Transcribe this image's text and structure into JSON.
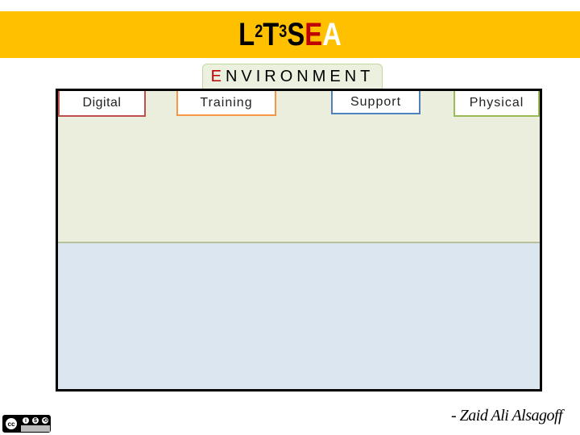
{
  "header": {
    "title_parts": {
      "p1": "L",
      "sup1": "2",
      "p2": "T",
      "sup2": "3",
      "p3": "S",
      "p4": "E",
      "p5": "A"
    }
  },
  "environment_tab": {
    "first_letter": "E",
    "rest": "NVIRONMENT"
  },
  "columns": {
    "digital": "Digital",
    "training": "Training",
    "support": "Support",
    "physical": "Physical"
  },
  "license": {
    "icon_name": "creative-commons-by-nc-sa-icon",
    "symbols": {
      "cc": "cc",
      "by": "i",
      "nc": "$",
      "sa": "⟲"
    }
  },
  "signature": "- Zaid Ali Alsagoff",
  "colors": {
    "banner": "#ffc000",
    "digital": "#c0504d",
    "training": "#f79646",
    "support": "#4f81bd",
    "physical": "#9bbb59",
    "accent_red": "#c00000"
  }
}
